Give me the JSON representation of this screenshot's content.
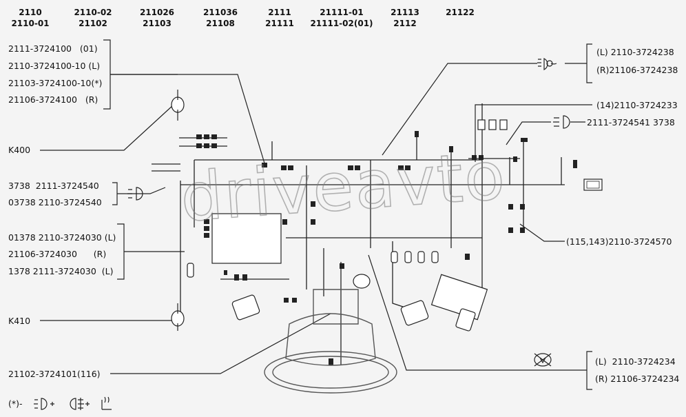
{
  "models": [
    {
      "top": "2110",
      "bottom": "2110-01"
    },
    {
      "top": "2110-02",
      "bottom": "21102"
    },
    {
      "top": "211026",
      "bottom": "21103"
    },
    {
      "top": "211036",
      "bottom": "21108"
    },
    {
      "top": "2111",
      "bottom": "21111"
    },
    {
      "top": "21111-01",
      "bottom": "21111-02(01)"
    },
    {
      "top": "21113",
      "bottom": "2112"
    },
    {
      "top": "21122",
      "bottom": ""
    }
  ],
  "left_group_1": [
    "2111-3724100   (01)",
    "2110-3724100-10 (L)",
    "21103-3724100-10(*)",
    "21106-3724100   (R)"
  ],
  "k400": "K400",
  "left_group_2": [
    "3738  2111-3724540",
    "03738 2110-3724540"
  ],
  "left_group_3": [
    "01378 2110-3724030 (L)",
    "21106-3724030      (R)",
    "1378 2111-3724030  (L)"
  ],
  "k410": "K410",
  "bottom_left": "21102-3724101(116)",
  "legend": "(*)-",
  "right_group_1": [
    "(L) 2110-3724238",
    "(R)21106-3724238"
  ],
  "right_label_2": "(14)2110-3724233",
  "right_label_3": "2111-3724541 3738",
  "right_label_4": "(115,143)2110-3724570",
  "right_group_5": [
    "(L)  2110-3724234",
    "(R) 21106-3724234"
  ],
  "watermark": "driveavto"
}
